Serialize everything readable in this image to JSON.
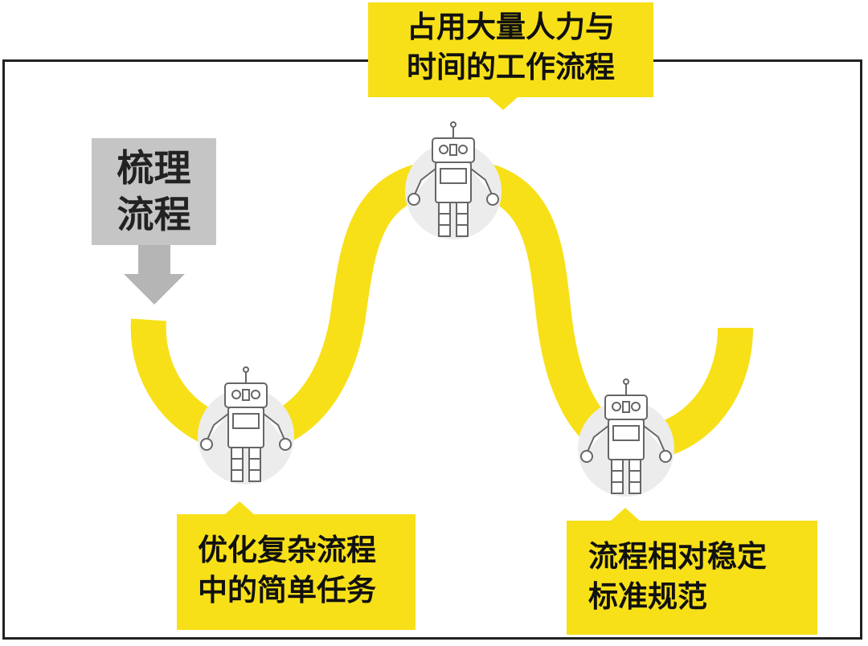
{
  "label": {
    "lines": [
      "梳理",
      "流程"
    ]
  },
  "callouts": {
    "top": [
      "占用大量人力与",
      "时间的工作流程"
    ],
    "left": [
      "优化复杂流程",
      "中的简单任务"
    ],
    "right": [
      "流程相对稳定",
      "标准规范"
    ]
  },
  "colors": {
    "accent": "#f7e018",
    "label_bg": "#c5c5c5",
    "arrow": "#b5b5b5",
    "frame": "#222222"
  },
  "icons": [
    "robot-icon",
    "robot-icon",
    "robot-icon",
    "down-arrow-icon"
  ]
}
